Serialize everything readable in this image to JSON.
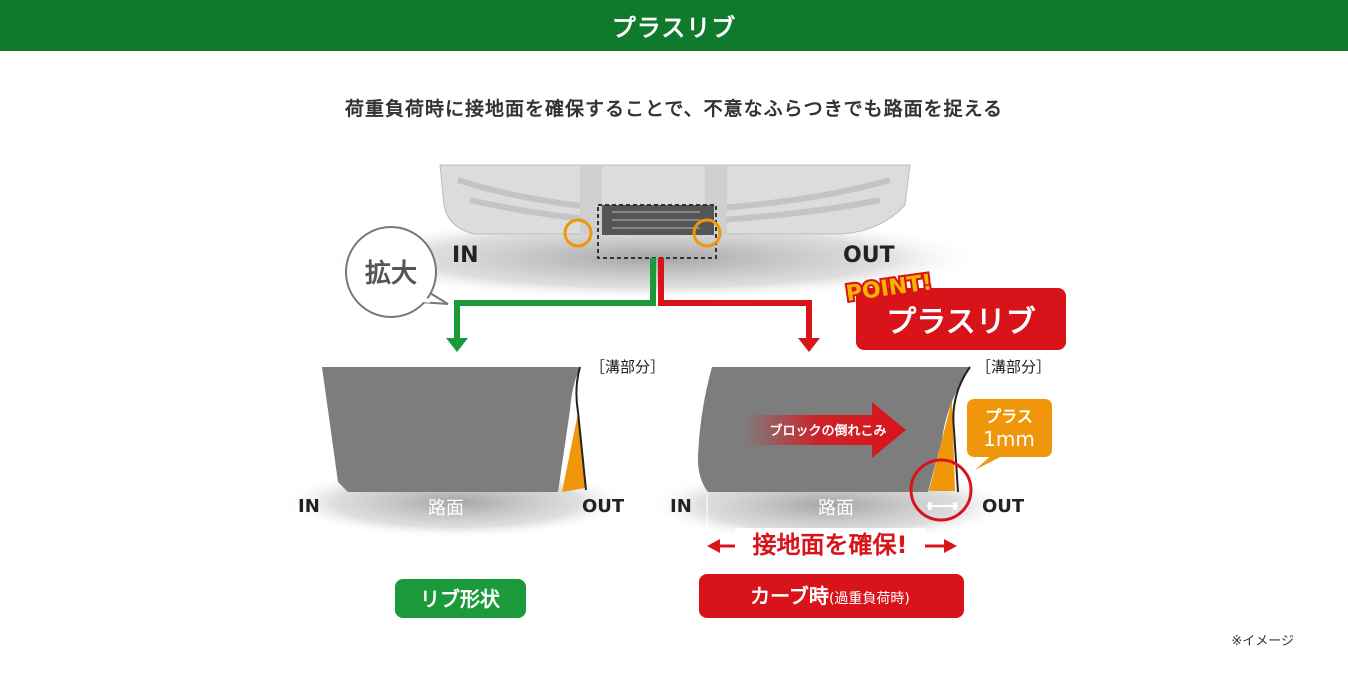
{
  "header": {
    "title": "プラスリブ"
  },
  "subtitle": "荷重負荷時に接地面を確保することで、不意なふらつきでも路面を捉える",
  "top_view": {
    "in_label": "IN",
    "out_label": "OUT",
    "zoom_label": "拡大"
  },
  "badge": {
    "point": "POINT!",
    "title": "プラスリブ"
  },
  "left_panel": {
    "groove_label": "［溝部分］",
    "in_label": "IN",
    "road_label": "路面",
    "out_label": "OUT",
    "caption": "リブ形状"
  },
  "right_panel": {
    "groove_label": "［溝部分］",
    "in_label": "IN",
    "road_label": "路面",
    "out_label": "OUT",
    "block_arrow": "ブロックの倒れこみ",
    "plus_line1": "プラス",
    "plus_line2": "1mm",
    "contact_text": "接地面を確保!",
    "caption_main": "カーブ時",
    "caption_sub": "(過重負荷時)"
  },
  "footnote": "※イメージ",
  "colors": {
    "green": "#0f7a2c",
    "caption_green": "#1a9a3a",
    "red": "#d8141a",
    "orange": "#f0960a",
    "block_gray": "#7d7d7d"
  }
}
